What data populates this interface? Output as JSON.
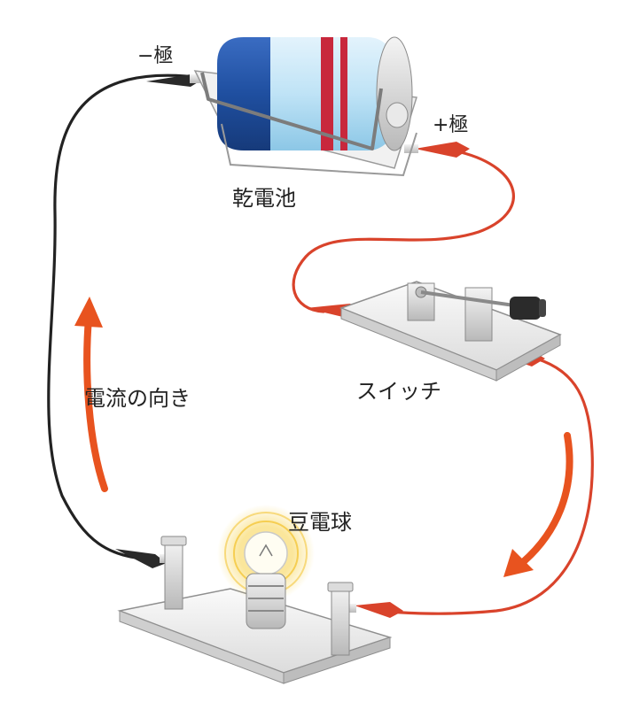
{
  "labels": {
    "negative_terminal": "−極",
    "positive_terminal": "+極",
    "battery": "乾電池",
    "switch": "スイッチ",
    "current_direction": "電流の向き",
    "bulb": "豆電球"
  },
  "colors": {
    "red_wire": "#d9432b",
    "black_wire": "#222222",
    "current_arrow": "#e8531f",
    "battery_blue": "#1f4fa0",
    "battery_light_blue": "#bfe3f6",
    "battery_band": "#c8283c",
    "bulb_glow": "#f7d24a"
  },
  "icons": {
    "current_arrow_up": "arrow-up-icon",
    "current_arrow_down": "arrow-down-icon"
  }
}
